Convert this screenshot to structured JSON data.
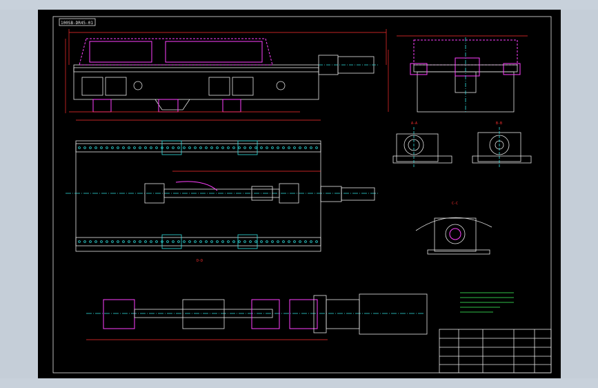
{
  "drawing": {
    "title_tag": "100SB-DR45-01",
    "section_labels": {
      "a_a": "A-A",
      "b_b": "B-B",
      "c_c": "C-C",
      "d_d": "D-D"
    },
    "title_block": {
      "rows": [
        [
          "",
          "",
          "",
          "",
          "",
          "",
          "",
          ""
        ],
        [
          "",
          "",
          "",
          "",
          "",
          "",
          "",
          ""
        ]
      ]
    }
  },
  "colors": {
    "background": "#c5ced8",
    "sheet": "#000000",
    "frame": "#e8e8e8",
    "dimension": "#ff3030",
    "parts": "#ff40ff",
    "center": "#30e0e0",
    "leader": "#40ff60"
  }
}
